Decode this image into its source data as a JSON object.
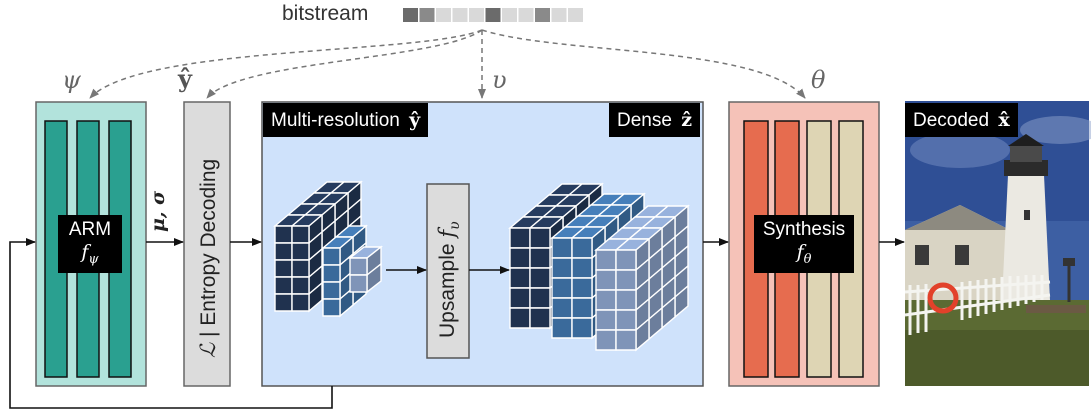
{
  "bitstream": {
    "label": "bitstream",
    "cells": [
      "#6b6b6b",
      "#8a8a8a",
      "#d9d9d9",
      "#d9d9d9",
      "#d9d9d9",
      "#6b6b6b",
      "#d9d9d9",
      "#d9d9d9",
      "#8a8a8a",
      "#d9d9d9",
      "#d9d9d9"
    ]
  },
  "params": {
    "psi": "ψ",
    "yhat": "ŷ",
    "upsilon": "υ",
    "theta": "θ"
  },
  "arm": {
    "title": "ARM",
    "fn": "f",
    "fn_sub": "ψ",
    "output": "μ, σ"
  },
  "entropy": {
    "loss": "ℒ",
    "label": "| Entropy Decoding"
  },
  "multires": {
    "label": "Multi-resolution",
    "symbol": "ŷ",
    "dense_label": "Dense",
    "dense_symbol": "ẑ"
  },
  "upsample": {
    "label": "Upsample",
    "fn": "f",
    "fn_sub": "υ"
  },
  "synthesis": {
    "title": "Synthesis",
    "fn": "f",
    "fn_sub": "θ"
  },
  "decoded": {
    "label": "Decoded",
    "symbol": "x̂"
  },
  "colors": {
    "arm_bg": "#b2e3dc",
    "arm_bar": "#2aa090",
    "entropy_bg": "#dcdcdc",
    "multires_bg": "#cfe2fb",
    "synthesis_bg": "#f5c2b8",
    "synth_bar_red": "#e66c4f",
    "synth_bar_beige": "#ded5b4",
    "cube_dark": "#20324f",
    "cube_mid": "#3a6a9b",
    "cube_light": "#7f94b8"
  }
}
